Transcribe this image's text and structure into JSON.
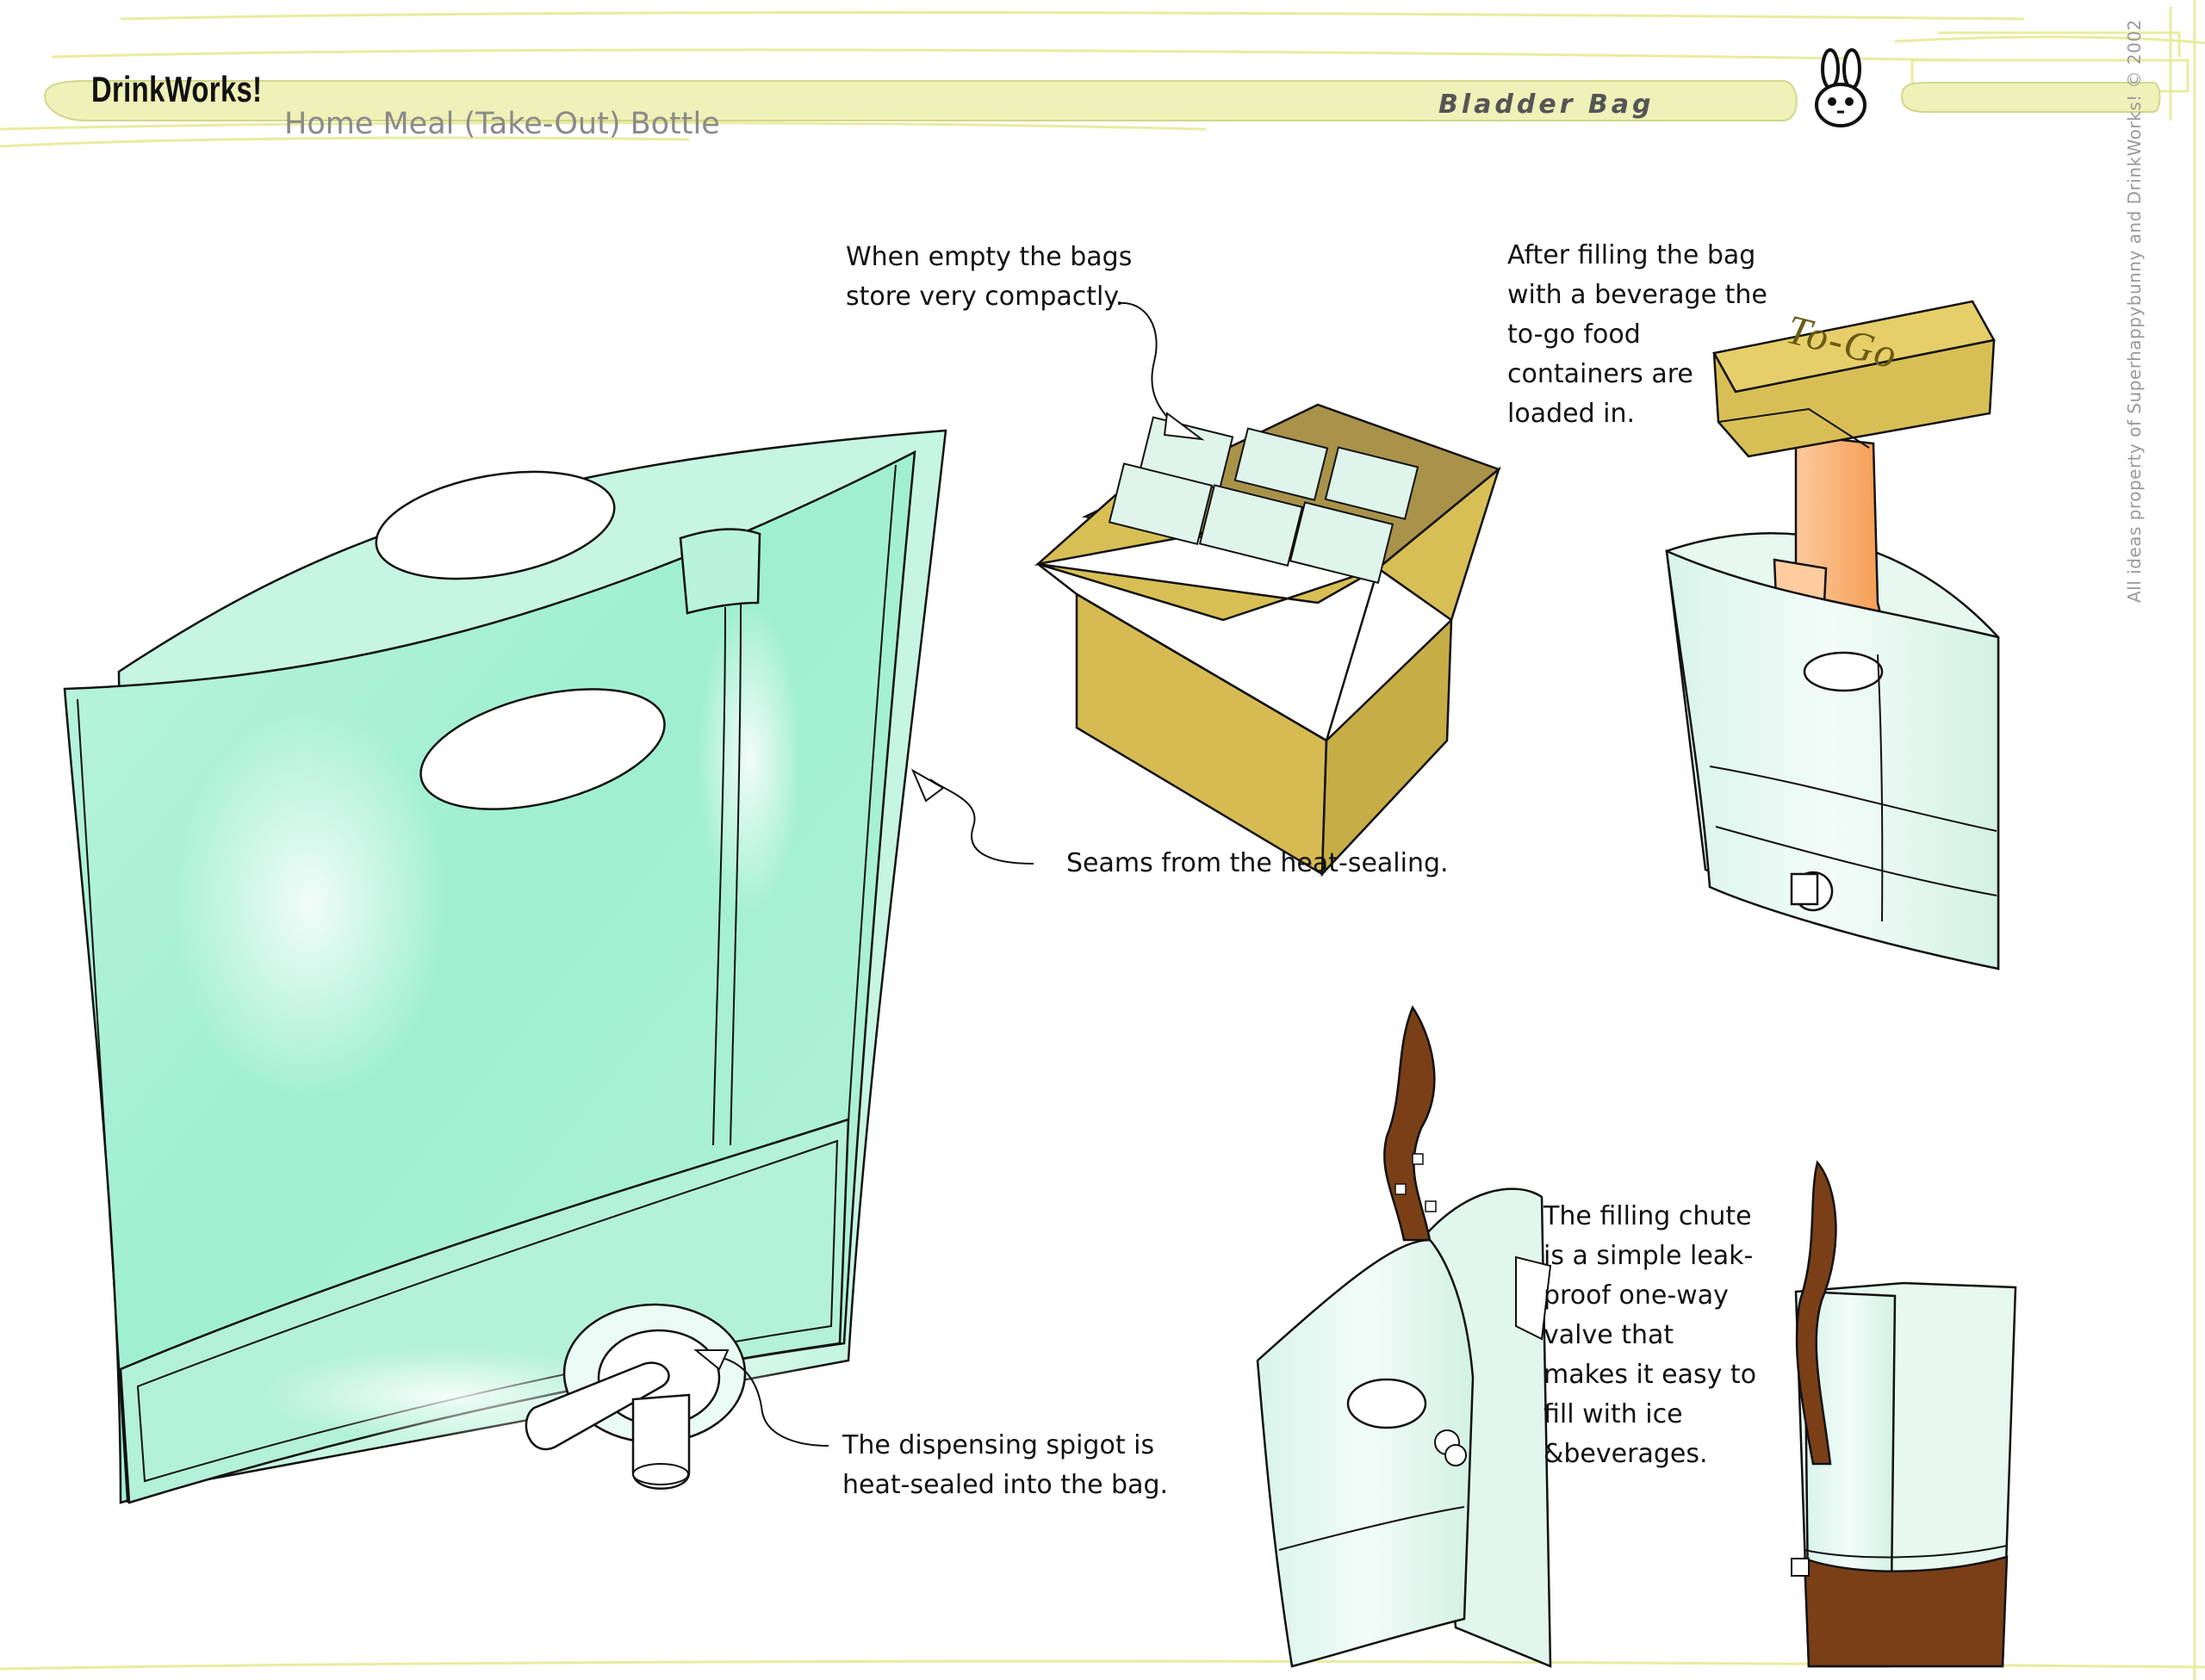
{
  "header": {
    "brand": "DrinkWorks!",
    "subtitle": "Home Meal (Take-Out) Bottle",
    "sheet_title": "Bladder Bag",
    "logo_icon": "bunny-icon",
    "copyright": "All ideas property of Superhappybunny and DrinkWorks! © 2002"
  },
  "annotations": {
    "storage": [
      "When empty the bags",
      "store very compactly."
    ],
    "filling": [
      "After filling the bag",
      "with a beverage the",
      "to-go food",
      "containers are",
      "loaded in."
    ],
    "seams": [
      "Seams from the heat-sealing."
    ],
    "spigot": [
      "The dispensing spigot is",
      "heat-sealed into the bag."
    ],
    "chute": [
      "The filling chute",
      "is a simple leak-",
      "proof one-way",
      "valve that",
      "makes it easy to",
      "fill with ice",
      "&beverages."
    ]
  },
  "box_label": "To-Go",
  "colors": {
    "bag_fill": "#aef2d8",
    "bag_light": "#e6fbf2",
    "cardboard": "#d8bf55",
    "liquid": "#7a3f17",
    "accent_yellow": "#e4ea9a",
    "arm": "#f5a55e"
  }
}
